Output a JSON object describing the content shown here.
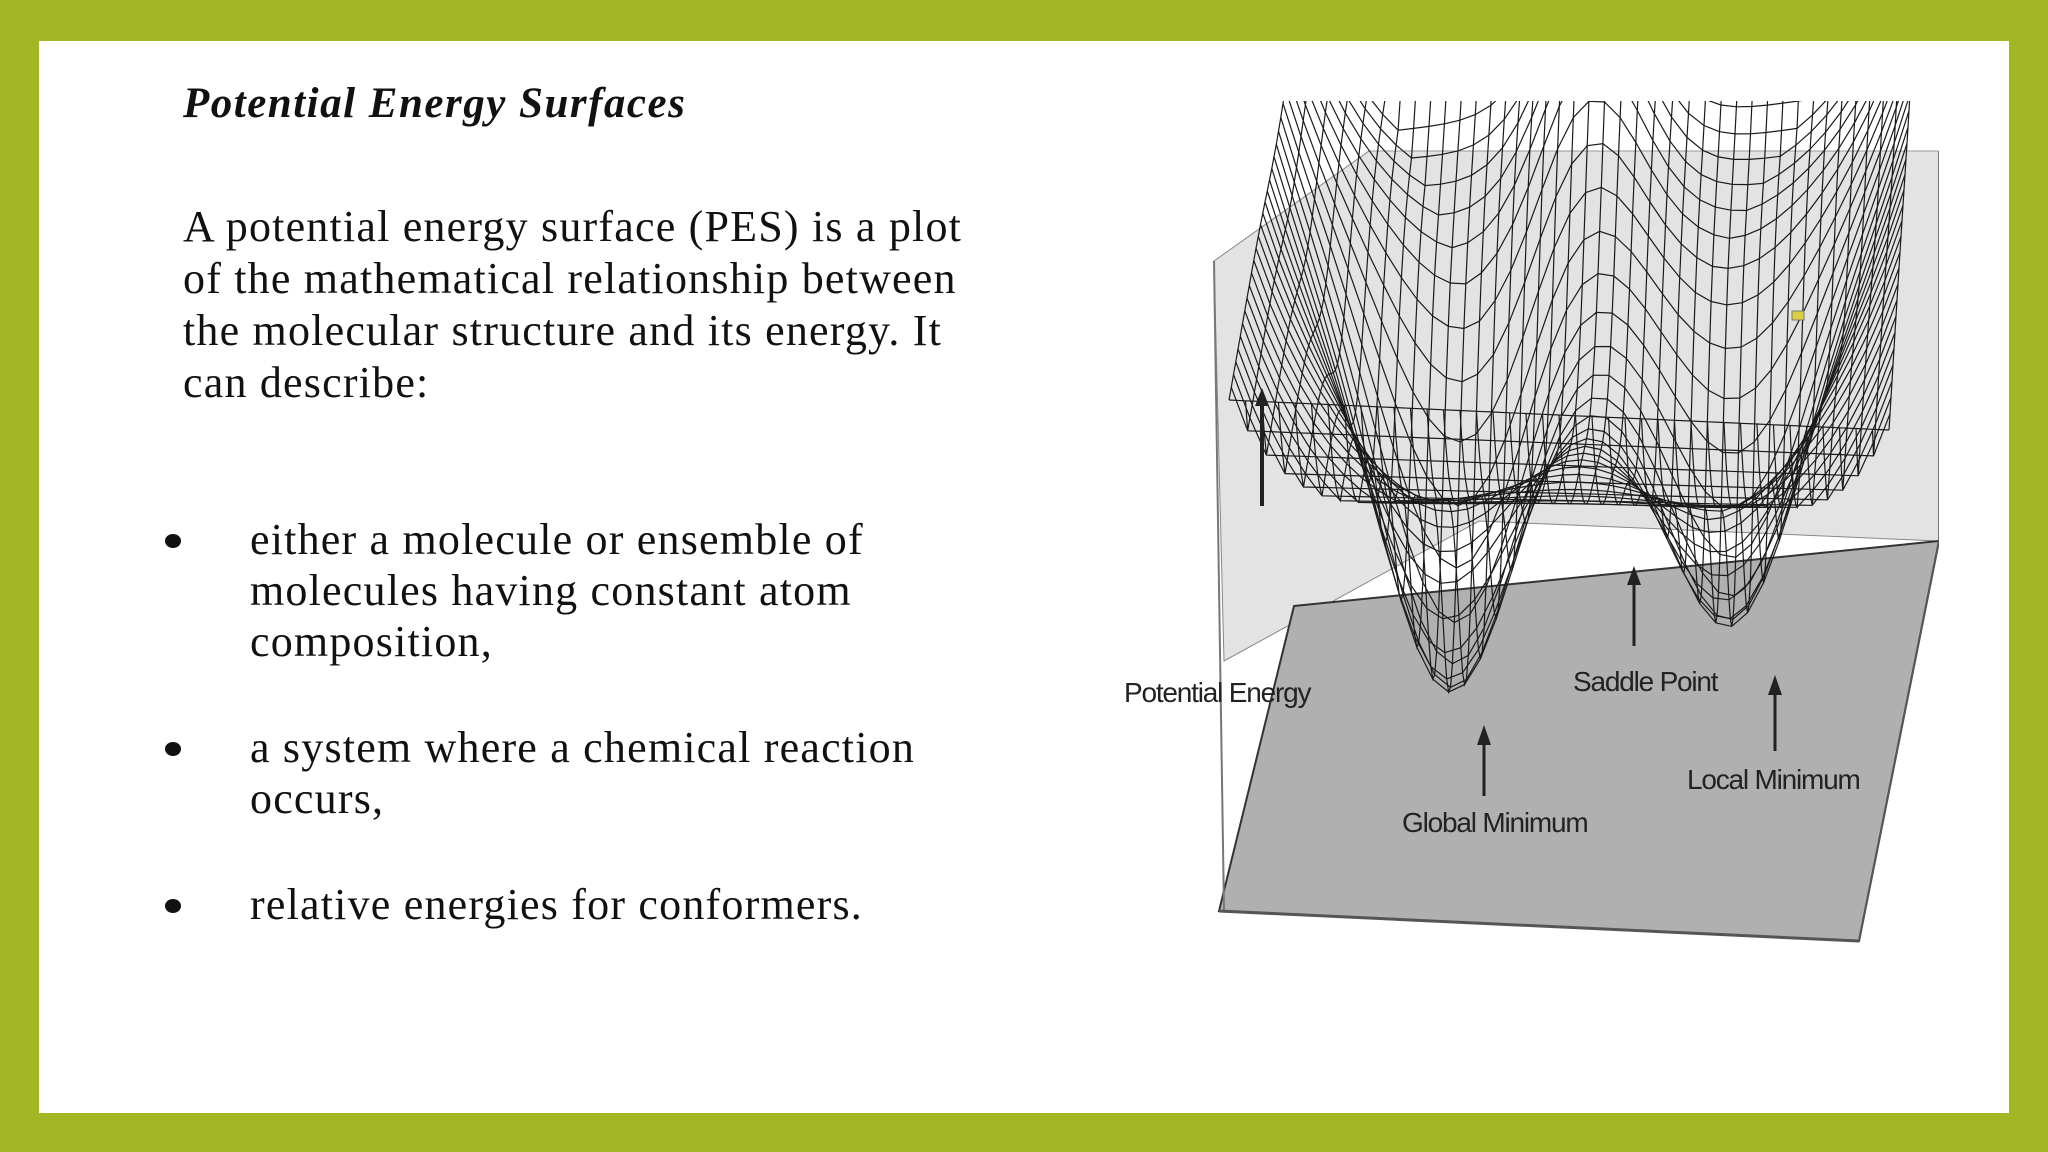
{
  "slide": {
    "title": "Potential Energy Surfaces",
    "intro": "A potential energy surface (PES) is a plot of the mathematical relationship between the molecular structure and its energy. It can describe:",
    "bullets": [
      "either a molecule or ensemble of molecules having constant atom composition,",
      "a system where a chemical reaction occurs,",
      "relative energies for conformers."
    ]
  },
  "figure": {
    "labels": {
      "axis": "Potential Energy",
      "saddle": "Saddle Point",
      "local_min": "Local Minimum",
      "global_min": "Global Minimum"
    }
  },
  "colors": {
    "frame": "#a3b623",
    "floor": "#b0b0b0",
    "backwall": "#e3e3e3",
    "mesh": "#1a1a1a"
  }
}
